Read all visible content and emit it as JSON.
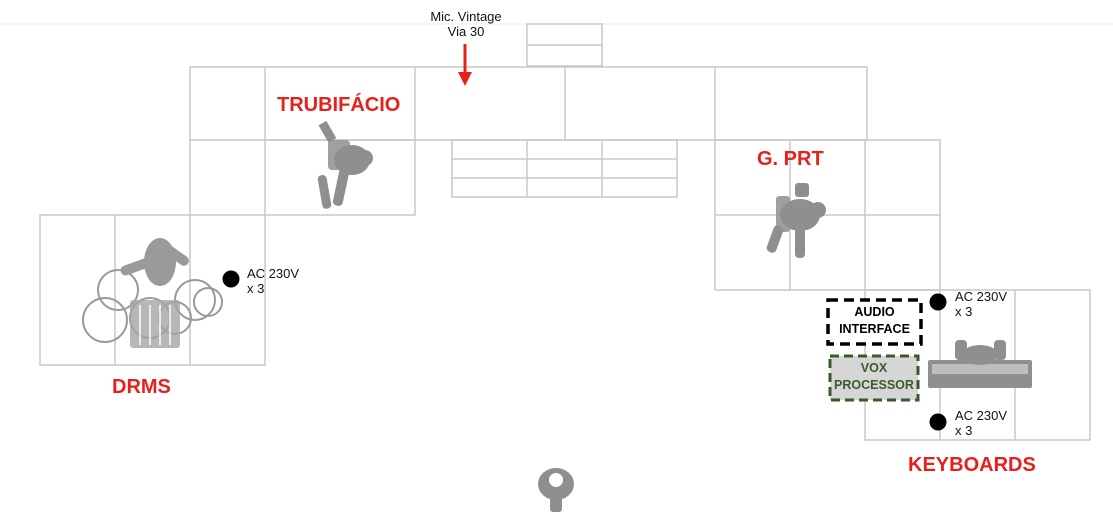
{
  "mic": {
    "line1": "Mic. Vintage",
    "line2": "Via 30"
  },
  "labels": {
    "trumpet": "TRUBIFÁCIO",
    "guitar": "G. PRT",
    "drums": "DRMS",
    "keyboards": "KEYBOARDS"
  },
  "power": {
    "drums": {
      "line1": "AC 230V",
      "line2": "x 3"
    },
    "keys_top": {
      "line1": "AC 230V",
      "line2": "x 3"
    },
    "keys_bottom": {
      "line1": "AC 230V",
      "line2": "x 3"
    }
  },
  "audio_interface": {
    "line1": "AUDIO",
    "line2": "INTERFACE"
  },
  "vox_processor": {
    "line1": "VOX",
    "line2": "PROCESSOR"
  },
  "colors": {
    "band_label": "#e8201b",
    "riser_line": "#c8c8c8",
    "silhouette": "#8f8f8f",
    "power_dot": "#000000",
    "vox_fill": "#d6d6d6",
    "vox_border": "#3a5a2a",
    "vox_text": "#3a5a2a",
    "arrow": "#e8201b"
  }
}
